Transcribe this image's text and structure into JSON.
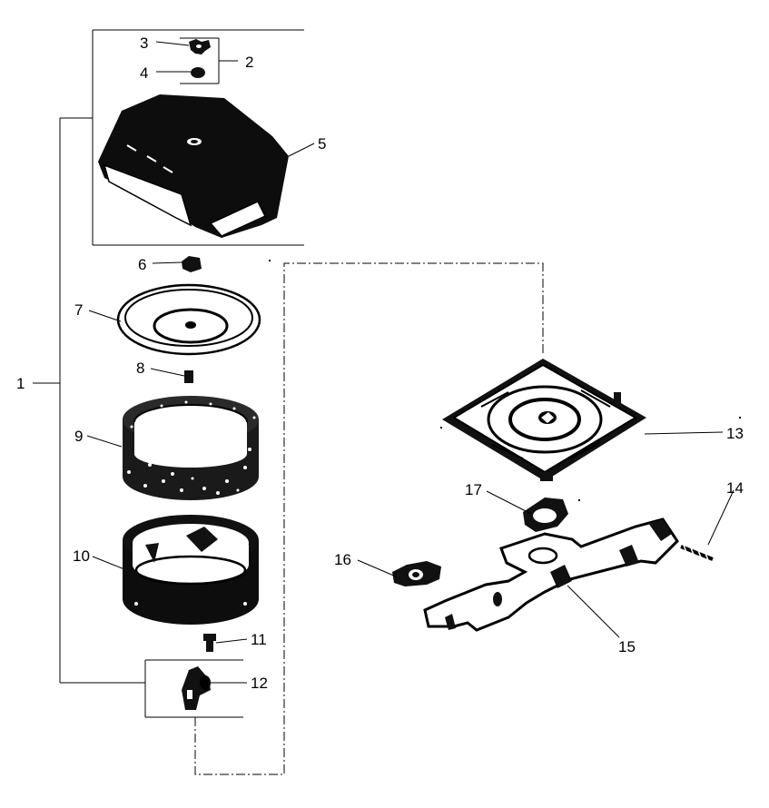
{
  "diagram": {
    "part_labels": [
      "1",
      "2",
      "3",
      "4",
      "5",
      "6",
      "7",
      "8",
      "9",
      "10",
      "11",
      "12",
      "13",
      "14",
      "15",
      "16",
      "17"
    ]
  }
}
